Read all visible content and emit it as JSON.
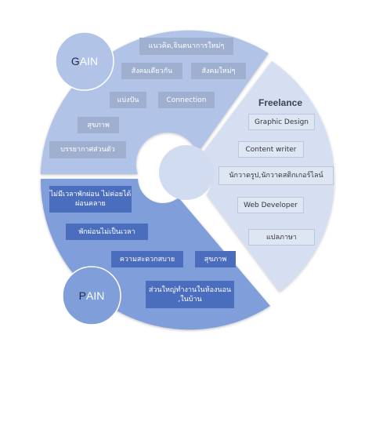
{
  "gain": {
    "title_first": "G",
    "title_rest": "AIN",
    "items": [
      "แนวคิด,จินตนาการใหม่ๆ",
      "สังคมเดียวกัน",
      "สังคมใหม่ๆ",
      "แบ่งปัน",
      "Connection",
      "สุขภาพ",
      "บรรยากาศส่วนตัว"
    ]
  },
  "pain": {
    "title_first": "P",
    "title_rest": "AIN",
    "items": [
      "ไม่มีเวลาพักผ่อน ไม่ค่อยได้ผ่อนคลาย",
      "พักผ่อนไม่เป็นเวลา",
      "ความสะดวกสบาย",
      "สุขภาพ",
      "ส่วนใหญ่ทำงานในห้องนอน ,ในบ้าน"
    ]
  },
  "freelance": {
    "title": "Freelance",
    "items": [
      "Graphic Design",
      "Content writer",
      "นักวาดรูป,นักวาดสติกเกอร์ไลน์",
      "Web Developer",
      "แปลภาษา"
    ]
  },
  "colors": {
    "gain_segment": "#b1c3e6",
    "pain_segment": "#809ed9",
    "freelance_segment": "#d5dff1",
    "center": "#d2dcf0"
  }
}
